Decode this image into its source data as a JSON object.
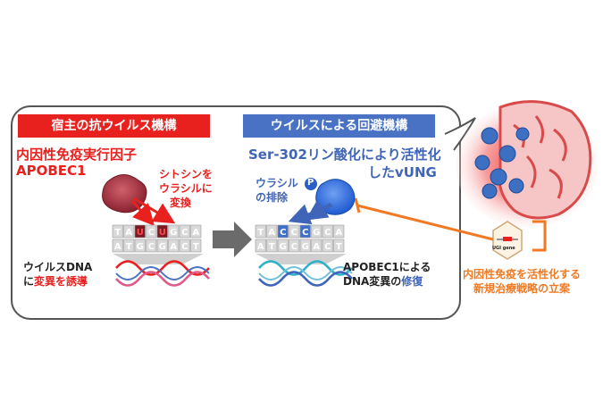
{
  "left_panel": {
    "header": "宿主の抗ウイルス機構",
    "title_line1": "内因性免疫実行因子",
    "title_line2": "APOBEC1",
    "convert_line1": "シトシンを",
    "convert_line2": "ウラシルに",
    "convert_line3": "変換",
    "dna_label_line1": "ウイルスDNA",
    "dna_label_line2_prefix": "に",
    "dna_label_line2_red": "変異を誘導",
    "strand_top": [
      "T",
      "A",
      "U",
      "C",
      "U",
      "G",
      "C",
      "A"
    ],
    "strand_bottom": [
      "A",
      "T",
      "G",
      "C",
      "G",
      "A",
      "C",
      "T"
    ]
  },
  "right_panel": {
    "header": "ウイルスによる回避機構",
    "title_line1": "Ser-302リン酸化により活性化",
    "title_line2": "したvUNG",
    "uracil_line1": "ウラシル",
    "uracil_line2": "の排除",
    "phospho": "P",
    "repair_line1": "APOBEC1による",
    "repair_line2_prefix": "DNA変異の",
    "repair_line2_blue": "修復",
    "strand_top": [
      "T",
      "A",
      "C",
      "C",
      "C",
      "G",
      "C",
      "A"
    ],
    "strand_bottom": [
      "A",
      "T",
      "G",
      "C",
      "G",
      "A",
      "C",
      "T"
    ]
  },
  "right_side": {
    "gene_label": "UGI gene",
    "strategy_line1": "内因性免疫を活性化する",
    "strategy_line2": "新規治療戦略の立案"
  },
  "colors": {
    "red": "#e8211f",
    "blue": "#4a72c4",
    "orange": "#f07a24"
  }
}
